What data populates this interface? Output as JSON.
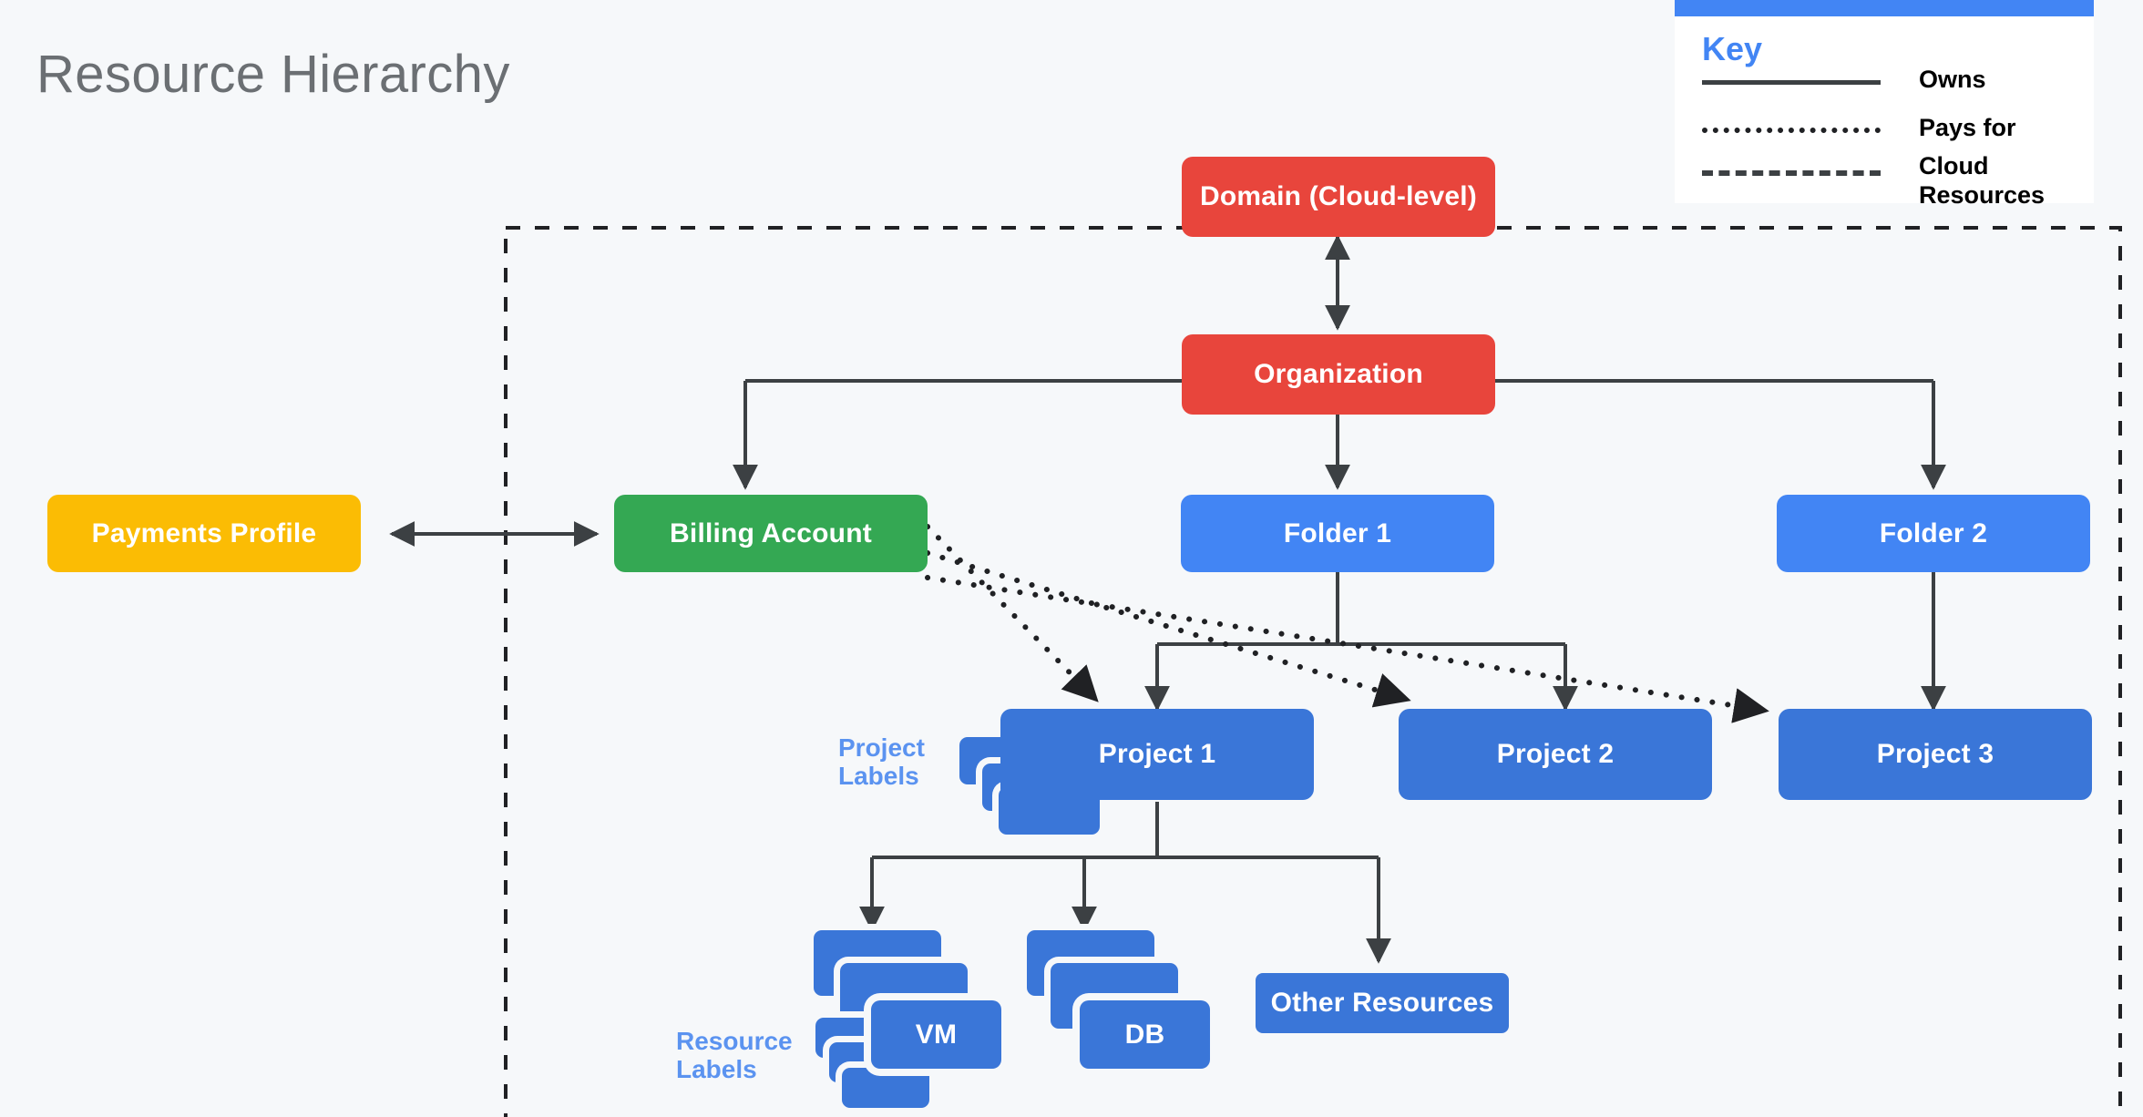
{
  "page": {
    "title": "Resource Hierarchy",
    "background": "#f6f8fa"
  },
  "colors": {
    "red": "#e8453c",
    "green": "#34a853",
    "light_blue": "#4285f4",
    "dark_blue": "#3a76d8",
    "yellow": "#fbbc04",
    "label_blue": "#5b93f0",
    "line": "#3c4043",
    "title_gray": "#6b6f73"
  },
  "legend": {
    "heading": "Key",
    "items": [
      {
        "style": "solid",
        "label": "Owns"
      },
      {
        "style": "dotted",
        "label": "Pays for"
      },
      {
        "style": "dashed",
        "label": "Cloud Resources"
      }
    ]
  },
  "nodes": {
    "domain": "Domain (Cloud-level)",
    "organization": "Organization",
    "payments_profile": "Payments Profile",
    "billing_account": "Billing Account",
    "folder1": "Folder 1",
    "folder2": "Folder 2",
    "project1": "Project 1",
    "project2": "Project 2",
    "project3": "Project 3",
    "vm": "VM",
    "db": "DB",
    "other_resources": "Other Resources"
  },
  "annotations": {
    "project_labels_line1": "Project",
    "project_labels_line2": "Labels",
    "resource_labels_line1": "Resource",
    "resource_labels_line2": "Labels"
  }
}
